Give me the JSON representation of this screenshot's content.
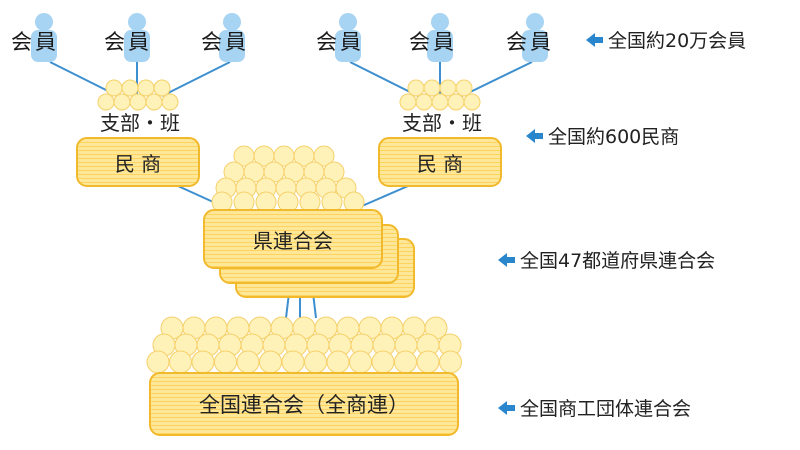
{
  "members": {
    "label": "会員",
    "count": 6
  },
  "branch": {
    "top_label": "支部・班",
    "box_label": "民 商"
  },
  "prefecture": {
    "box_label": "県連合会"
  },
  "national": {
    "box_label": "全国連合会（全商連）"
  },
  "side_labels": {
    "members": "全国約20万会員",
    "minsho": "全国約600民商",
    "prefecture": "全国47都道府県連合会",
    "national": "全国商工団体連合会"
  },
  "colors": {
    "box_fill": "#ffe79a",
    "box_stripe": "#ffd45e",
    "box_border": "#f1b92c",
    "person": "#a8d4f4",
    "person_dark": "#8cc3ec",
    "connector": "#3d8fcf",
    "arrow": "#2a86cc",
    "bubble_fill": "#fff2b8",
    "bubble_stroke": "#f5d06a"
  }
}
